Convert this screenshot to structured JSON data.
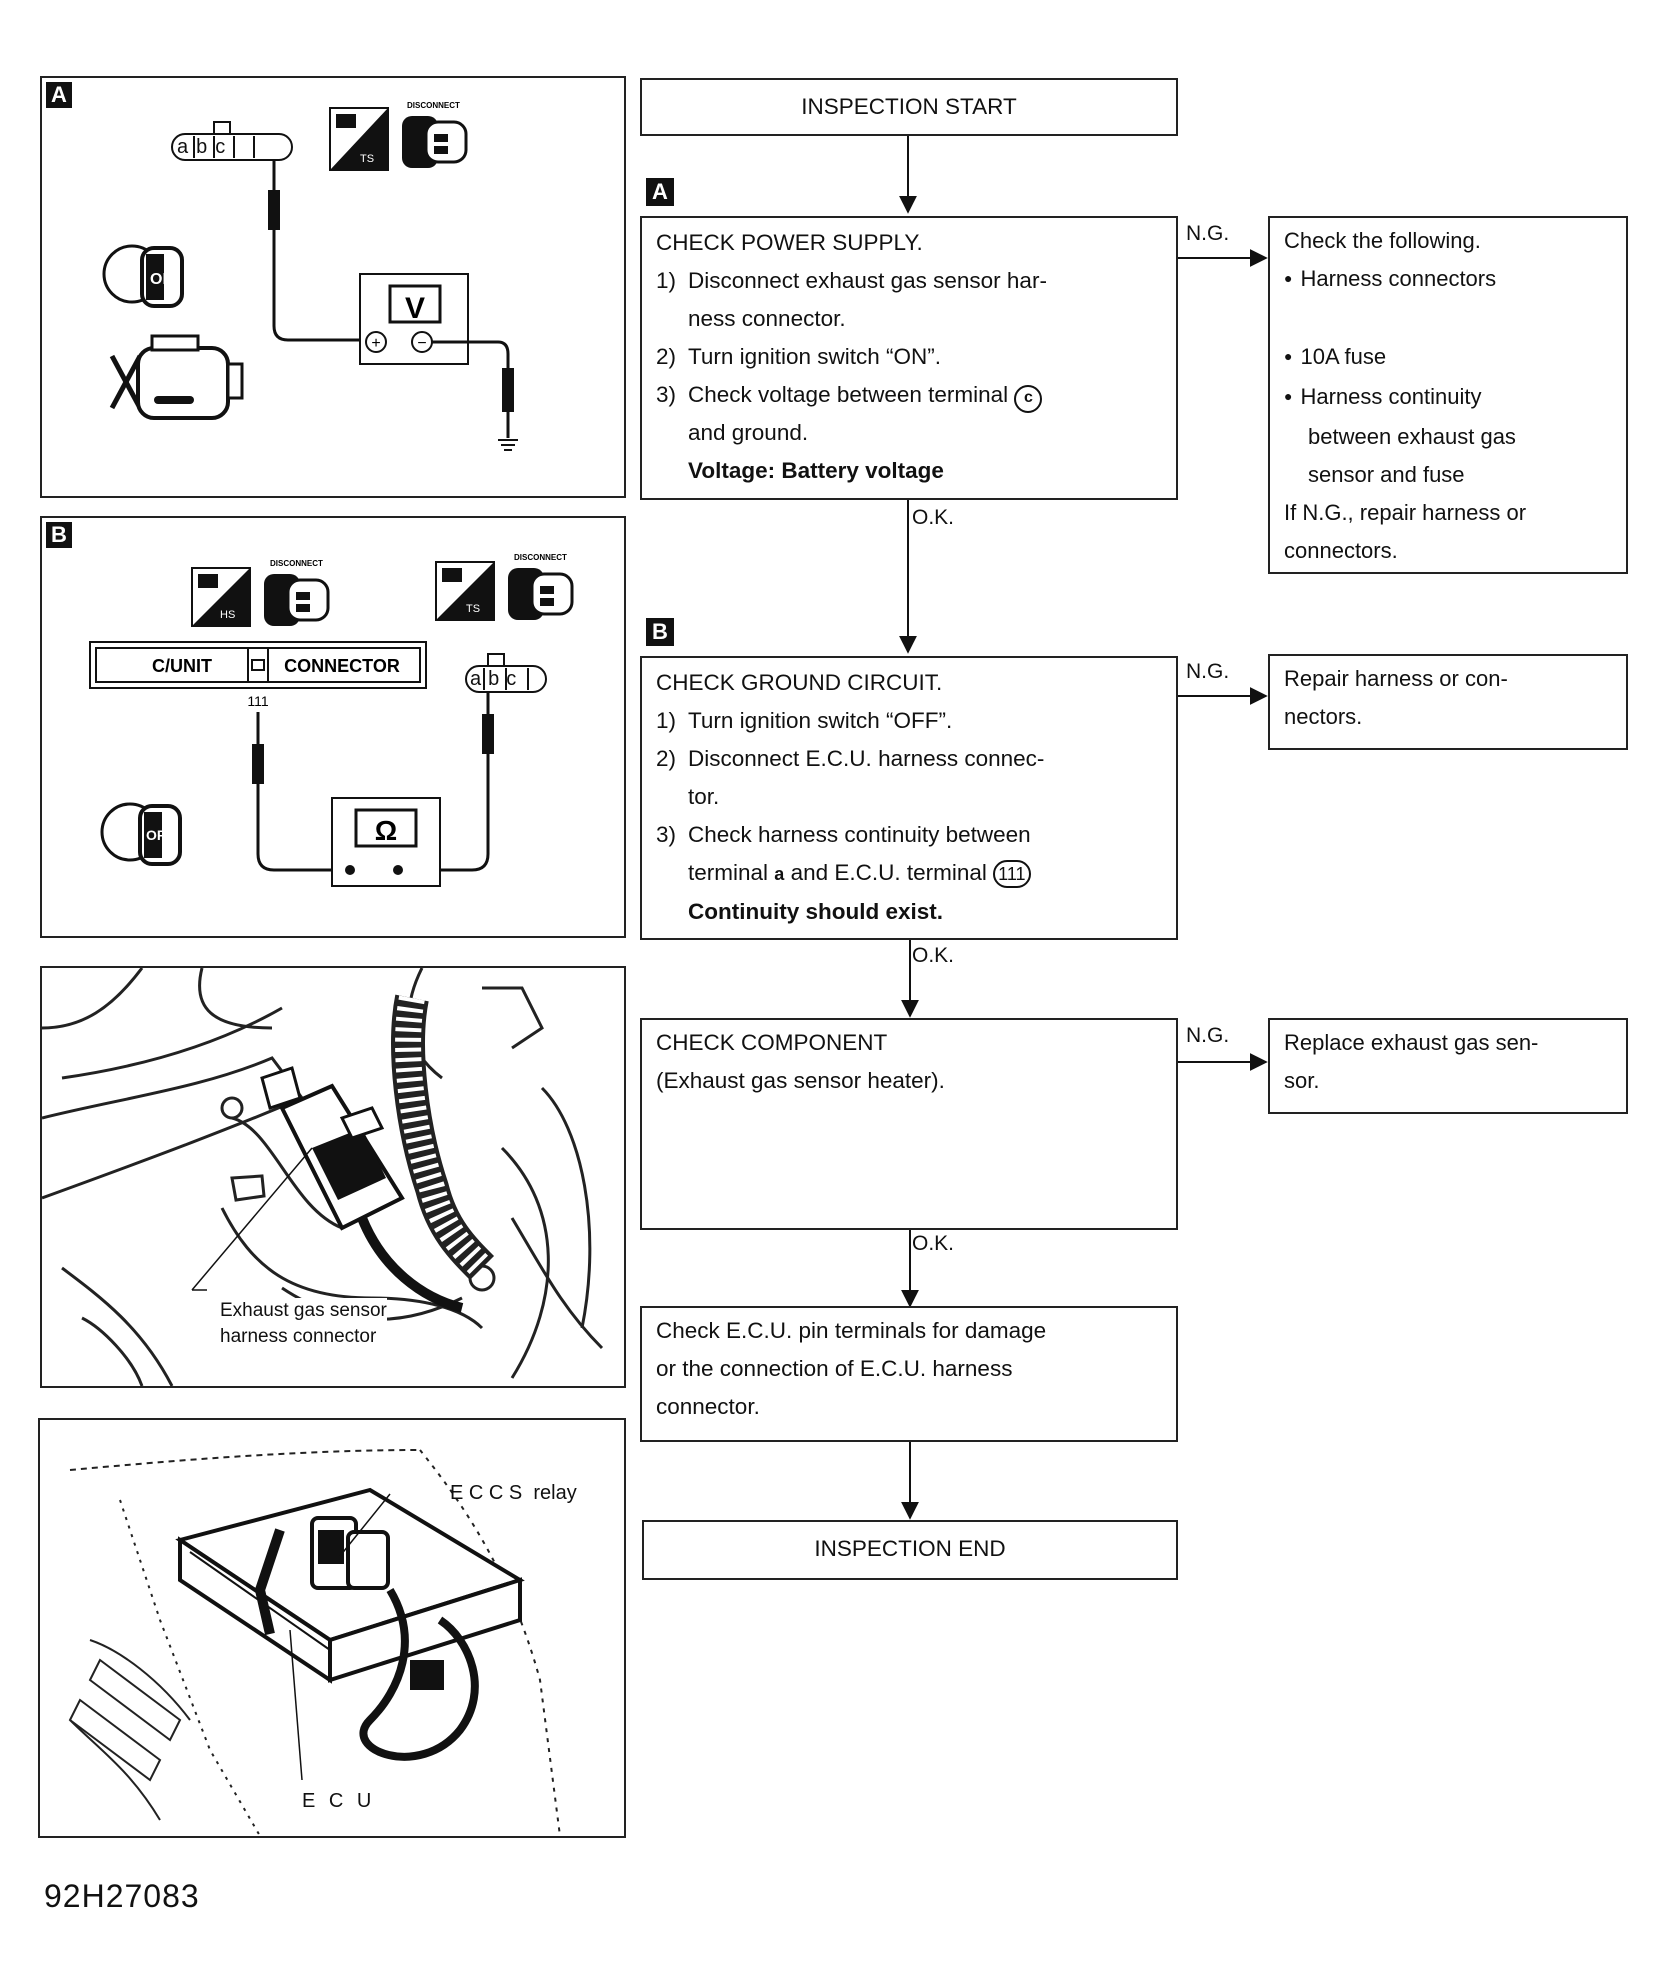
{
  "panels": {
    "a": {
      "letter": "A",
      "terminals": "abc",
      "meter": "V",
      "switch": "ON",
      "ts": "TS",
      "disconnect": "DISCONNECT"
    },
    "b": {
      "letter": "B",
      "terminals": "abc",
      "meter": "Ω",
      "switch": "OFF",
      "hs": "HS",
      "ts": "TS",
      "disconnect": "DISCONNECT",
      "cunit": "C/UNIT",
      "connector": "CONNECTOR",
      "pin": "111"
    },
    "c": {
      "label_line1": "Exhaust gas sensor",
      "label_line2": "harness connector"
    },
    "d": {
      "relay_label": "E C C S  relay",
      "ecu_label": "E C U"
    }
  },
  "flow": {
    "start": "INSPECTION START",
    "step_a_letter": "A",
    "step_a": {
      "title": "CHECK POWER SUPPLY.",
      "s1_num": "1)",
      "s1": "Disconnect exhaust gas sensor har-ness connector.",
      "s1a": "Disconnect exhaust gas sensor har-",
      "s1b": "ness connector.",
      "s2_num": "2)",
      "s2": "Turn ignition switch “ON”.",
      "s3_num": "3)",
      "s3a": "Check voltage between terminal",
      "s3_term": "c",
      "s3b": "and ground.",
      "result": "Voltage: Battery voltage"
    },
    "ng1": "N.G.",
    "ng1_box": {
      "title": "Check the following.",
      "b1": "Harness connectors",
      "b2": "10A fuse",
      "b3a": "Harness continuity",
      "b3b": "between exhaust gas",
      "b3c": "sensor and fuse",
      "tail1": "If N.G., repair harness or",
      "tail2": "connectors."
    },
    "ok1": "O.K.",
    "step_b_letter": "B",
    "step_b": {
      "title": "CHECK GROUND CIRCUIT.",
      "s1_num": "1)",
      "s1": "Turn ignition switch “OFF”.",
      "s2_num": "2)",
      "s2a": "Disconnect E.C.U. harness connec-",
      "s2b": "tor.",
      "s3_num": "3)",
      "s3a": "Check harness continuity between",
      "s3b1": "terminal",
      "s3_term": "a",
      "s3b2": "and E.C.U. terminal",
      "s3_pin": "111",
      "result": "Continuity should exist."
    },
    "ng2": "N.G.",
    "ng2_box": {
      "line1": "Repair harness or con-",
      "line2": "nectors."
    },
    "ok2": "O.K.",
    "step_c": {
      "title": "CHECK COMPONENT",
      "line2": "(Exhaust gas sensor heater)."
    },
    "ng3": "N.G.",
    "ng3_box": {
      "line1": "Replace exhaust gas sen-",
      "line2": "sor."
    },
    "ok3": "O.K.",
    "step_d": {
      "line1": "Check E.C.U. pin terminals for damage",
      "line2": "or the connection of E.C.U. harness",
      "line3": "connector."
    },
    "end": "INSPECTION END"
  },
  "footer_code": "92H27083"
}
